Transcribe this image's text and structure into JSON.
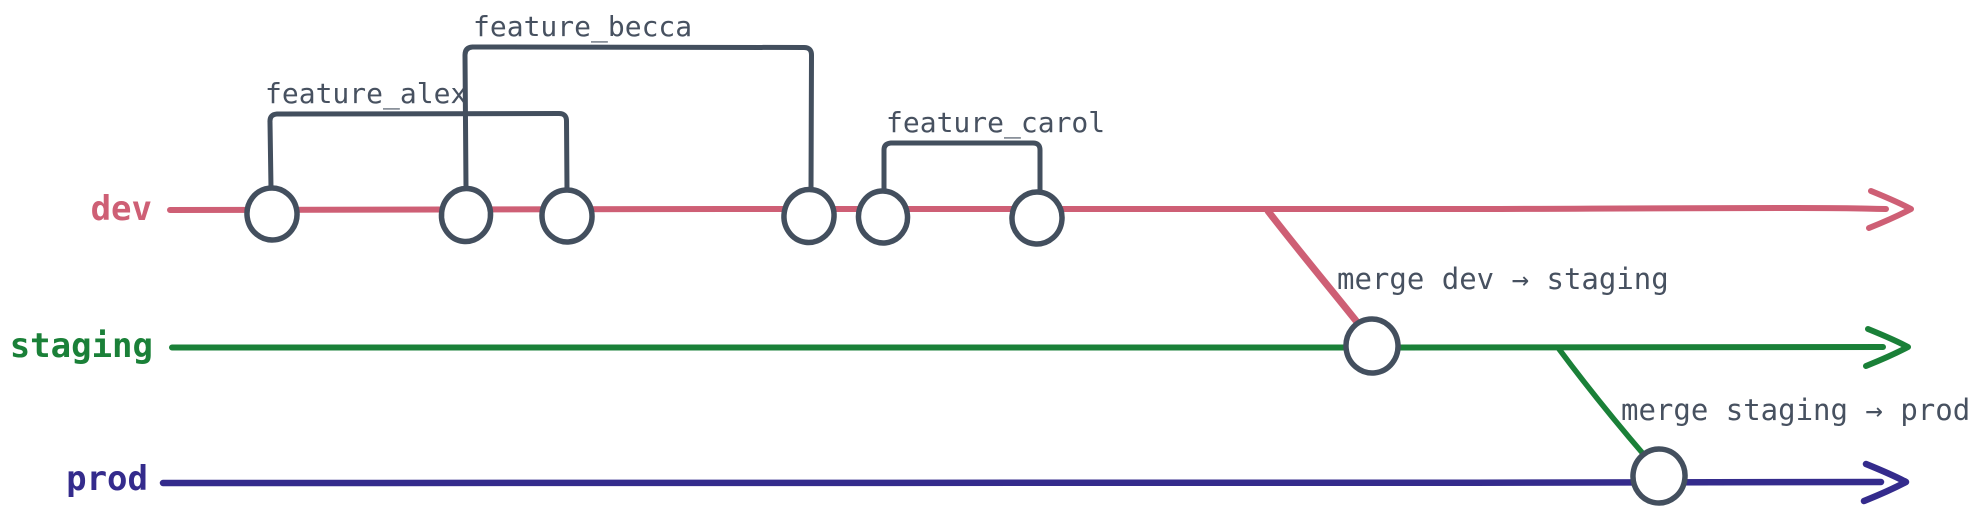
{
  "colors": {
    "background": "#ffffff",
    "ink": "#434f5e",
    "text": "#475160",
    "dev": "#ce5f75",
    "staging": "#1a8038",
    "prod": "#342b8c"
  },
  "branches": [
    {
      "label": "dev",
      "commit_count": 6
    },
    {
      "label": "staging",
      "commit_count": 1
    },
    {
      "label": "prod",
      "commit_count": 1
    }
  ],
  "features": [
    {
      "label": "feature_alex",
      "branch": "dev",
      "span_commits": [
        1,
        3
      ]
    },
    {
      "label": "feature_becca",
      "branch": "dev",
      "span_commits": [
        2,
        4
      ]
    },
    {
      "label": "feature_carol",
      "branch": "dev",
      "span_commits": [
        5,
        6
      ]
    }
  ],
  "merges": [
    {
      "label": "merge dev → staging",
      "from": "dev",
      "to": "staging"
    },
    {
      "label": "merge staging → prod",
      "from": "staging",
      "to": "prod"
    }
  ]
}
